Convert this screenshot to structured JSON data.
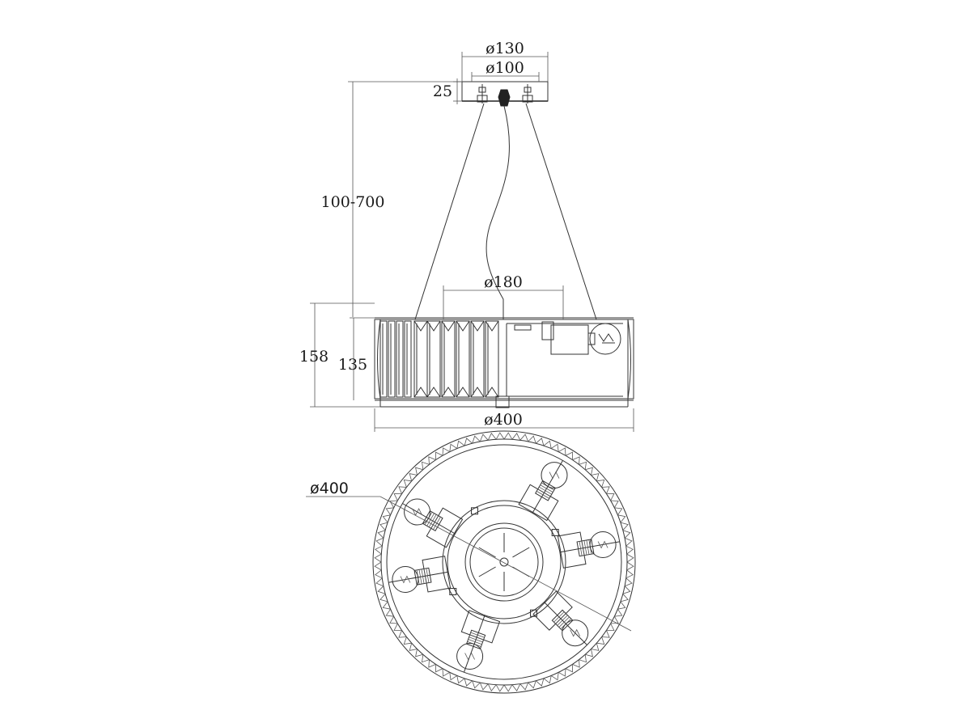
{
  "dimensions": {
    "canopy_outer_diameter": "ø130",
    "canopy_inner_diameter": "ø100",
    "canopy_height": "25",
    "suspension_length": "100-700",
    "inner_ring_diameter": "ø180",
    "total_body_height": "158",
    "crystal_height": "135",
    "body_diameter_side": "ø400",
    "body_diameter_bottom": "ø400"
  },
  "colors": {
    "line": "#333333",
    "text": "#1a1a1a",
    "background": "#ffffff"
  }
}
